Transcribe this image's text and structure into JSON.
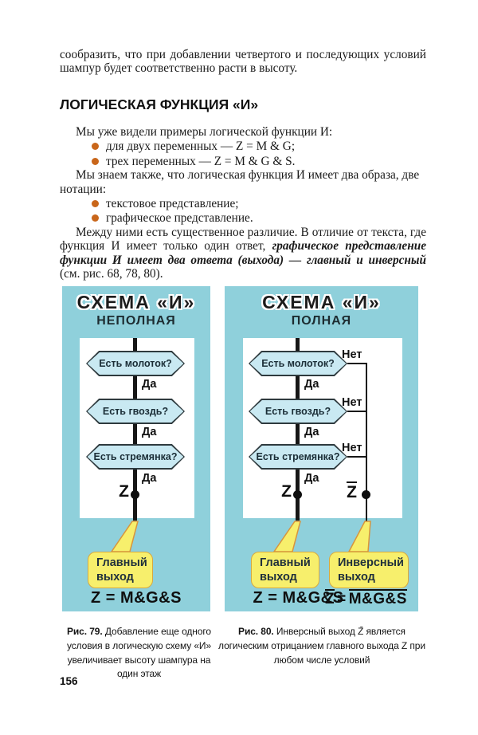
{
  "page": {
    "intro": "сообразить, что при добавлении четвертого и последующих условий шампур будет соответственно расти в высоту.",
    "heading": "ЛОГИЧЕСКАЯ ФУНКЦИЯ «И»",
    "para1": "Мы уже видели примеры логической функции И:",
    "bullets1": [
      "для двух переменных — Z = M & G;",
      "трех переменных — Z = M & G & S."
    ],
    "para2": "Мы знаем также, что логическая функция И имеет два образа, две нотации:",
    "bullets2": [
      "текстовое представление;",
      "графическое представление."
    ],
    "para3": {
      "normal1": "Между ними есть существенное различие. В отличие от текста, где функция И имеет только один ответ, ",
      "emphasis": "графическое представление функции И имеет два ответа (выхода) — главный и инверсный",
      "normal2": " (см. рис. 68, 78, 80)."
    },
    "page_number": "156"
  },
  "diagram_left": {
    "title": "СХЕМА «И»",
    "subtitle": "НЕПОЛНАЯ",
    "questions": [
      "Есть молоток?",
      "Есть гвоздь?",
      "Есть стремянка?"
    ],
    "yes": "Да",
    "output": "Z",
    "bubble": "Главный выход",
    "formula": "Z = M&G&S"
  },
  "diagram_right": {
    "title": "СХЕМА «И»",
    "subtitle": "ПОЛНАЯ",
    "questions": [
      "Есть молоток?",
      "Есть гвоздь?",
      "Есть стремянка?"
    ],
    "yes": "Да",
    "no": "Нет",
    "output_main": "Z",
    "output_inverse": "Z",
    "bubble_main": "Главный выход",
    "bubble_inverse": "Инверсный выход",
    "formula_main": "Z = M&G&S",
    "formula_inverse": {
      "lhs": "Z",
      "eq": "=",
      "rhs": "M&G&S"
    }
  },
  "captions": {
    "fig79_label": "Рис. 79.",
    "fig79_text": " Добавление еще одного условия в логическую схему «И» увеличивает высоту шампура на один этаж",
    "fig80_label": "Рис. 80.",
    "fig80_text": " Инверсный выход Z̄ является логическим отрицанием главного выхода Z при любом числе условий"
  },
  "colors": {
    "panel_teal": "#8FD0DB",
    "hexagon_fill": "#C9E9F2",
    "bubble_yellow": "#F7EF6C",
    "bubble_border": "#D8A93F",
    "bullet_orange": "#C9661A"
  }
}
